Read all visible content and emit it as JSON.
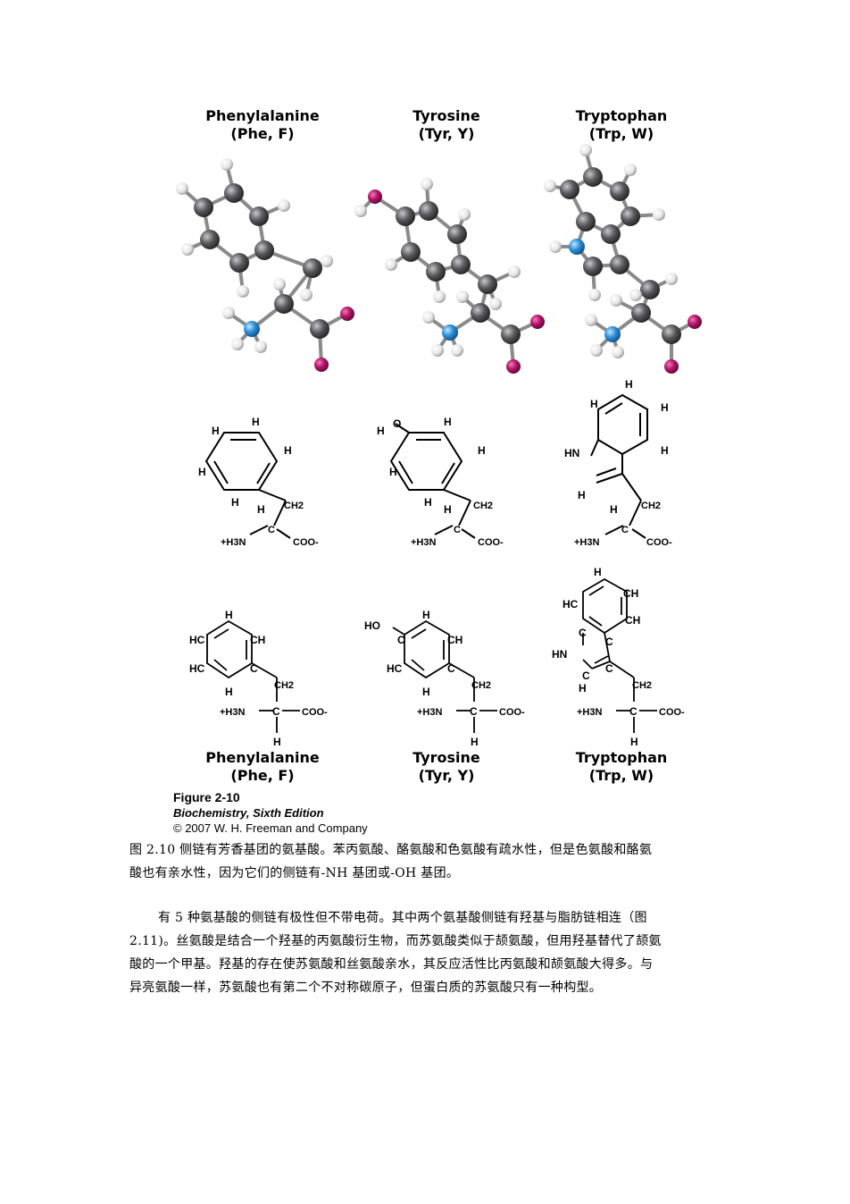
{
  "figure": {
    "top_titles": [
      {
        "name": "Phenylalanine",
        "abbr": "(Phe, F)"
      },
      {
        "name": "Tyrosine",
        "abbr": "(Tyr, Y)"
      },
      {
        "name": "Tryptophan",
        "abbr": "(Trp, W)"
      }
    ],
    "bottom_titles": [
      {
        "name": "Phenylalanine",
        "abbr": "(Phe, F)"
      },
      {
        "name": "Tyrosine",
        "abbr": "(Tyr, Y)"
      },
      {
        "name": "Tryptophan",
        "abbr": "(Trp, W)"
      }
    ],
    "struct_labels": {
      "h": "H",
      "ch2": "CH2",
      "nh3": "+H3N",
      "coo": "COO-",
      "c": "C",
      "hc": "HC",
      "ch": "CH",
      "ho": "HO",
      "hn": "HN",
      "oh": "O"
    },
    "atom_colors": {
      "carbon": "#5a5a5e",
      "hydrogen": "#f2f2f2",
      "nitrogen": "#2f8fd8",
      "oxygen": "#b5136a"
    },
    "number": "Figure 2-10",
    "book": "Biochemistry, Sixth Edition",
    "copyright": "© 2007 W. H. Freeman and Company"
  },
  "caption_line1": "图 2.10 侧链有芳香基团的氨基酸。苯丙氨酸、酪氨酸和色氨酸有疏水性，但是色氨酸和酪氨",
  "caption_line2": "酸也有亲水性，因为它们的侧链有-NH 基团或-OH 基团。",
  "paragraph_lines": [
    "有 5 种氨基酸的侧链有极性但不带电荷。其中两个氨基酸侧链有羟基与脂肪链相连（图",
    "2.11)。丝氨酸是结合一个羟基的丙氨酸衍生物，而苏氨酸类似于颉氨酸，但用羟基替代了颉氨",
    "酸的一个甲基。羟基的存在使苏氨酸和丝氨酸亲水，其反应活性比丙氨酸和颉氨酸大得多。与",
    "异亮氨酸一样，苏氨酸也有第二个不对称碳原子，但蛋白质的苏氨酸只有一种构型。"
  ]
}
